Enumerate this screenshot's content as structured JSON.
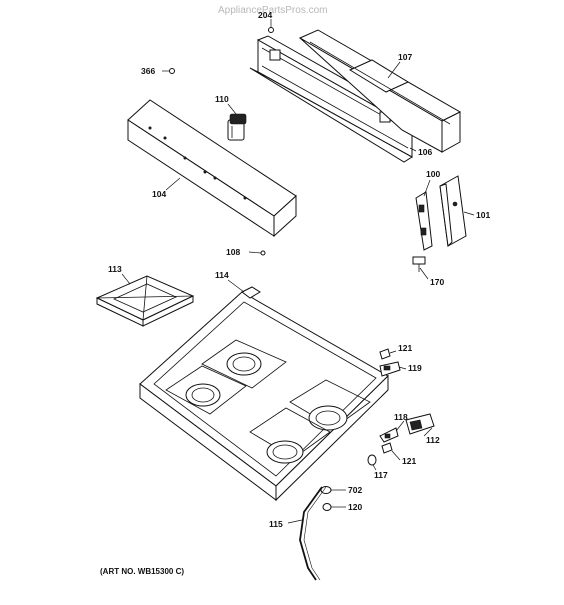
{
  "watermark": "AppliancePartsPros.com",
  "art_number": "(ART NO. WB15300 C)",
  "callouts": [
    "204",
    "107",
    "366",
    "110",
    "106",
    "104",
    "100",
    "101",
    "170",
    "108",
    "113",
    "114",
    "121",
    "119",
    "118",
    "112",
    "117",
    "121",
    "702",
    "120",
    "115"
  ],
  "parts": {
    "p366": "366-icon",
    "p110": "knob-icon"
  }
}
